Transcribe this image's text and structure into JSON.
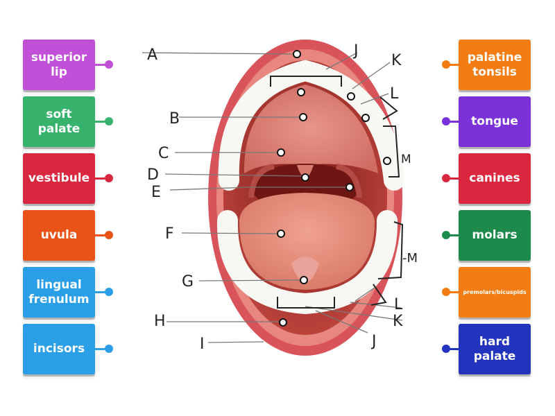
{
  "left_tiles": [
    {
      "label": "superior\nlip",
      "color": "#c24fd8"
    },
    {
      "label": "soft\npalate",
      "color": "#36b26c"
    },
    {
      "label": "vestibule",
      "color": "#d8273f"
    },
    {
      "label": "uvula",
      "color": "#ea5318"
    },
    {
      "label": "lingual\nfrenulum",
      "color": "#2a9fe8"
    },
    {
      "label": "incisors",
      "color": "#2a9fe8"
    }
  ],
  "right_tiles": [
    {
      "label": "palatine\ntonsils",
      "color": "#f37d13"
    },
    {
      "label": "tongue",
      "color": "#7a32d8"
    },
    {
      "label": "canines",
      "color": "#d8273f"
    },
    {
      "label": "molars",
      "color": "#1c8a4a"
    },
    {
      "label": "premolars/bicuspids",
      "color": "#f37d13"
    },
    {
      "label": "hard\npalate",
      "color": "#2234bd"
    }
  ],
  "diagram_labels": [
    "A",
    "B",
    "C",
    "D",
    "E",
    "F",
    "G",
    "H",
    "I",
    "J",
    "K",
    "L",
    "M",
    "J",
    "K",
    "L",
    "-M"
  ]
}
